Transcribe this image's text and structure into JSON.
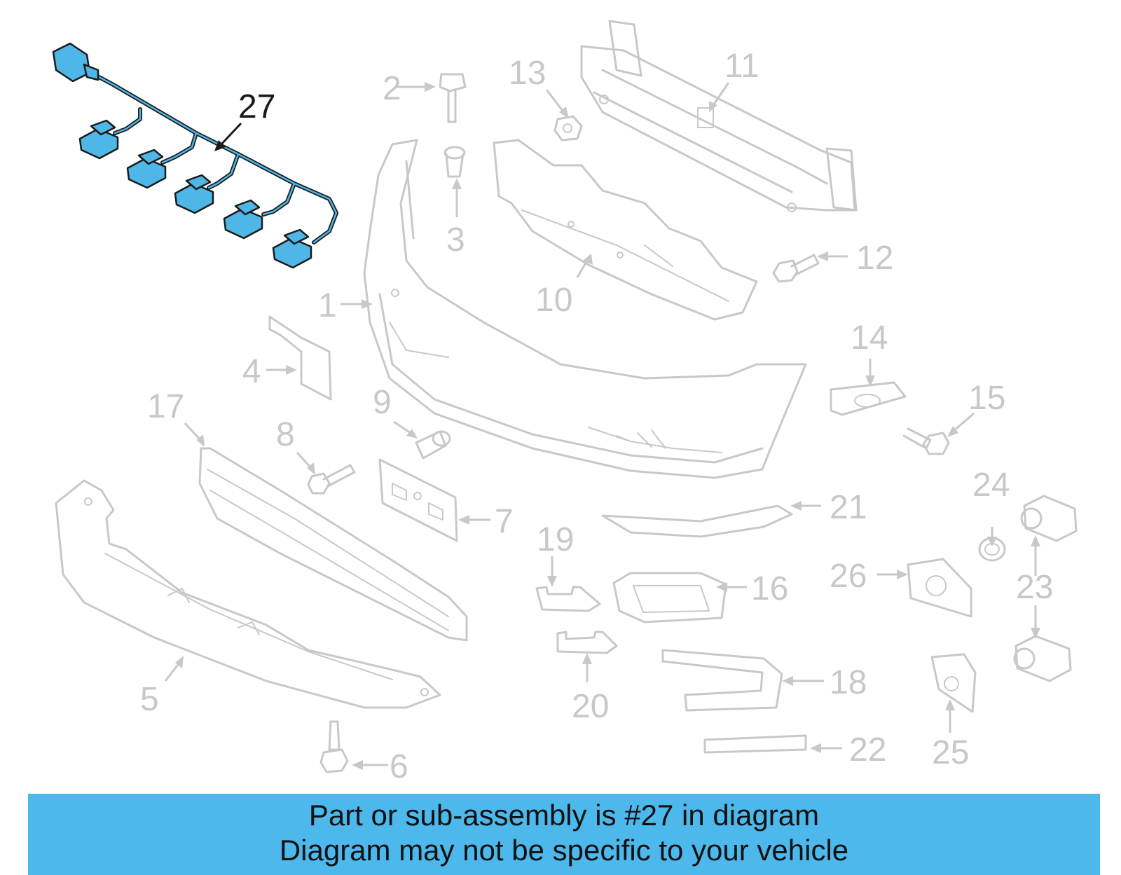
{
  "diagram": {
    "callouts": [
      "1",
      "2",
      "3",
      "4",
      "5",
      "6",
      "7",
      "8",
      "9",
      "10",
      "11",
      "12",
      "13",
      "14",
      "15",
      "16",
      "17",
      "18",
      "19",
      "20",
      "21",
      "22",
      "23",
      "24",
      "25",
      "26",
      "27"
    ],
    "highlighted_callout": "27",
    "colors": {
      "part_outline": "#c8c8c8",
      "highlight_fill": "#4fb6e8",
      "highlight_outline": "#1a1a1a",
      "banner": "#4cb8ec"
    }
  },
  "banner": {
    "line1": "Part or sub-assembly is #27 in diagram",
    "line2": "Diagram may not be specific to your vehicle"
  }
}
